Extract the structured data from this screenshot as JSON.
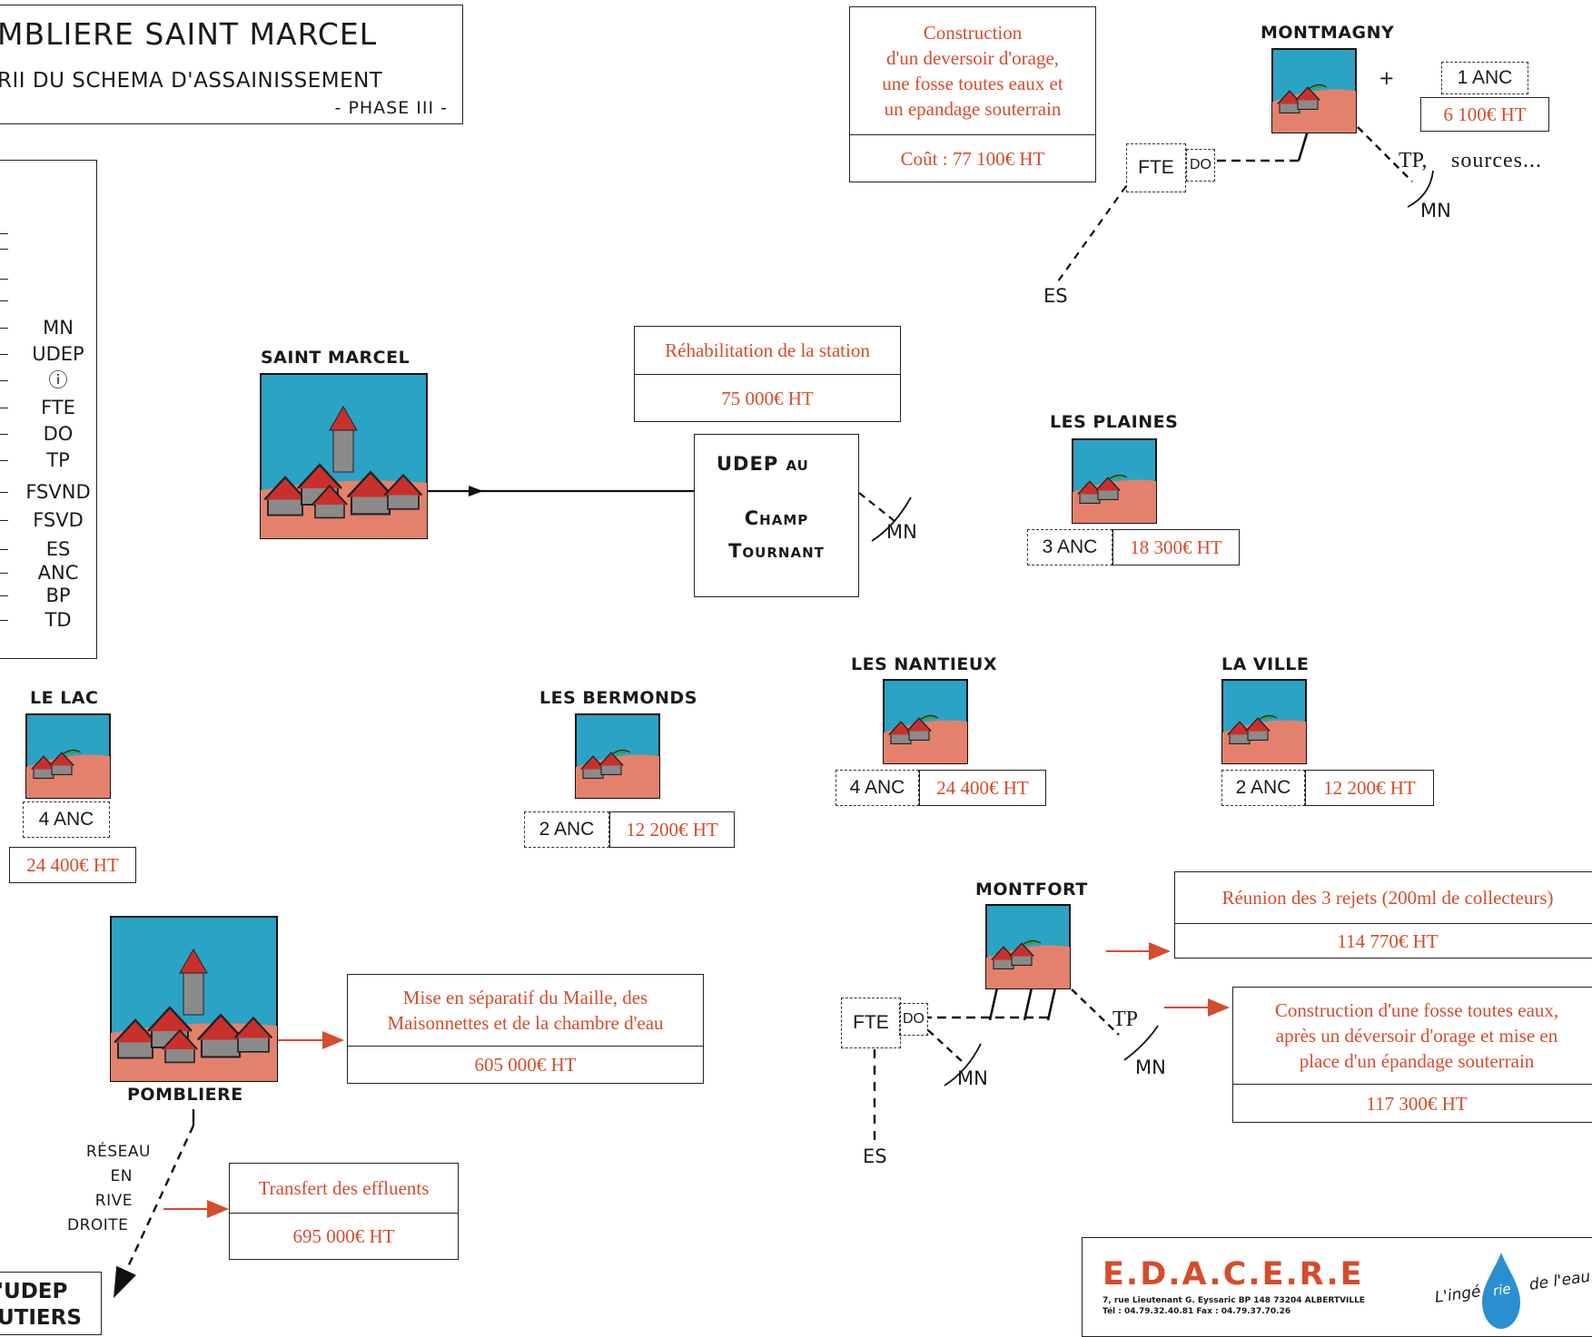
{
  "title": {
    "main": "MBLIERE SAINT MARCEL",
    "subtitle": "RII DU SCHEMA D'ASSAINISSEMENT",
    "phase": "- PHASE III -"
  },
  "legend": {
    "codes": [
      "MN",
      "UDEP",
      "ⓘ",
      "FTE",
      "DO",
      "TP",
      "FSVND",
      "FSVD",
      "ES",
      "ANC",
      "BP",
      "TD"
    ]
  },
  "villages": {
    "saint_marcel": {
      "name": "SAINT MARCEL"
    },
    "montmagny": {
      "name": "MONTMAGNY",
      "plus": "+",
      "anc": "1 ANC",
      "cost": "6 100€ HT",
      "fte": "FTE",
      "do": "DO",
      "tp_label": "TP,",
      "sources": "sources...",
      "mn": "MN",
      "es": "ES"
    },
    "les_plaines": {
      "name": "LES PLAINES",
      "anc": "3 ANC",
      "cost": "18 300€ HT"
    },
    "le_lac": {
      "name": "LE LAC",
      "anc": "4 ANC",
      "cost": "24 400€ HT"
    },
    "les_bermonds": {
      "name": "LES BERMONDS",
      "anc": "2 ANC",
      "cost": "12 200€ HT"
    },
    "les_nantieux": {
      "name": "LES NANTIEUX",
      "anc": "4 ANC",
      "cost": "24 400€ HT"
    },
    "la_ville": {
      "name": "LA VILLE",
      "anc": "2 ANC",
      "cost": "12 200€ HT"
    },
    "montfort": {
      "name": "MONTFORT",
      "fte": "FTE",
      "do": "DO",
      "tp": "TP",
      "mn1": "MN",
      "mn2": "MN",
      "es": "ES"
    },
    "pombliere": {
      "name": "POMBLIERE",
      "reseau": [
        "RÉSEAU",
        "EN",
        "RIVE",
        "DROITE"
      ]
    }
  },
  "udep": {
    "line1": "UDEP au",
    "line2": "Champ",
    "line3": "Tournant",
    "mn": "MN"
  },
  "cost_boxes": {
    "montmagny_work": {
      "desc": [
        "Construction",
        "d'un deversoir d'orage,",
        "une fosse toutes eaux et",
        "un epandage souterrain"
      ],
      "cost": "Coût : 77 100€ HT"
    },
    "station": {
      "desc": [
        "Réhabilitation de la station"
      ],
      "cost": "75 000€ HT"
    },
    "reunion": {
      "desc": [
        "Réunion des 3 rejets (200ml de collecteurs)"
      ],
      "cost": "114 770€ HT"
    },
    "fosse": {
      "desc": [
        "Construction d'une fosse toutes eaux,",
        "après un déversoir d'orage et mise en",
        "place d'un épandage souterrain"
      ],
      "cost": "117 300€ HT"
    },
    "separatif": {
      "desc": [
        "Mise en séparatif du Maille, des",
        "Maisonnettes et de la chambre d'eau"
      ],
      "cost": "605 000€ HT"
    },
    "transfert": {
      "desc": [
        "Transfert des effluents"
      ],
      "cost": "695 000€ HT"
    }
  },
  "bottom_udep": {
    "line1": "'UDEP",
    "line2": "UTIERS"
  },
  "company": {
    "name": "E.D.A.C.E.R.E",
    "address": "7, rue Lieutenant G. Eyssaric BP 148   73204 ALBERTVILLE",
    "phone": "Tél  : 04.79.32.40.81     Fax : 04.79.37.70.26",
    "tagline_left": "L'ingé",
    "tagline_mid": "rie",
    "tagline_right": "de l'eau"
  },
  "colors": {
    "sky": "#2aa3c4",
    "ground": "#e3816d",
    "roof": "#c9302c",
    "accent": "#d64c2c"
  }
}
